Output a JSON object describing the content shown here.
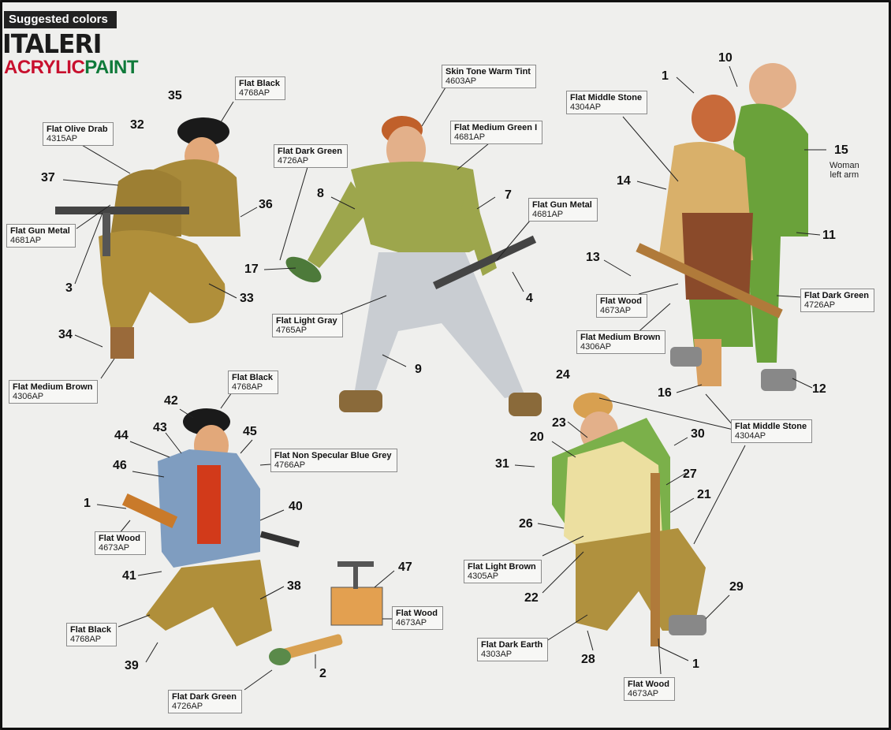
{
  "header": {
    "suggested": "Suggested colors",
    "brand": "ITALERI",
    "paint_a": "ACRYLIC",
    "paint_b": "PAINT"
  },
  "labels": [
    {
      "name": "Flat Black",
      "code": "4768AP"
    },
    {
      "name": "Flat Olive Drab",
      "code": "4315AP"
    },
    {
      "name": "Flat Gun Metal",
      "code": "4681AP"
    },
    {
      "name": "Flat Medium Brown",
      "code": "4306AP"
    },
    {
      "name": "Flat Dark Green",
      "code": "4726AP"
    },
    {
      "name": "Skin Tone Warm Tint",
      "code": "4603AP"
    },
    {
      "name": "Flat Medium Green I",
      "code": "4681AP"
    },
    {
      "name": "Flat Gun Metal",
      "code": "4681AP"
    },
    {
      "name": "Flat Light Gray",
      "code": "4765AP"
    },
    {
      "name": "Flat Middle Stone",
      "code": "4304AP"
    },
    {
      "name": "Flat Wood",
      "code": "4673AP"
    },
    {
      "name": "Flat Medium Brown",
      "code": "4306AP"
    },
    {
      "name": "Flat Dark Green",
      "code": "4726AP"
    },
    {
      "name": "Flat Black",
      "code": "4768AP"
    },
    {
      "name": "Flat Non Specular Blue Grey",
      "code": "4766AP"
    },
    {
      "name": "Flat Wood",
      "code": "4673AP"
    },
    {
      "name": "Flat Black",
      "code": "4768AP"
    },
    {
      "name": "Flat Wood",
      "code": "4673AP"
    },
    {
      "name": "Flat Dark Green",
      "code": "4726AP"
    },
    {
      "name": "Flat Middle Stone",
      "code": "4304AP"
    },
    {
      "name": "Flat Light Brown",
      "code": "4305AP"
    },
    {
      "name": "Flat Dark Earth",
      "code": "4303AP"
    },
    {
      "name": "Flat Wood",
      "code": "4673AP"
    }
  ],
  "numbers": [
    "35",
    "32",
    "37",
    "36",
    "3",
    "33",
    "34",
    "17",
    "8",
    "7",
    "4",
    "9",
    "1",
    "10",
    "15",
    "14",
    "11",
    "13",
    "12",
    "16",
    "42",
    "44",
    "43",
    "45",
    "46",
    "1",
    "40",
    "41",
    "38",
    "39",
    "47",
    "2",
    "24",
    "23",
    "20",
    "30",
    "31",
    "27",
    "21",
    "26",
    "22",
    "29",
    "28",
    "1"
  ],
  "note": {
    "line1": "Woman",
    "line2": "left arm"
  },
  "colors": {
    "red": "#c8102e",
    "green": "#0f7a3a",
    "bg": "#efefed"
  }
}
